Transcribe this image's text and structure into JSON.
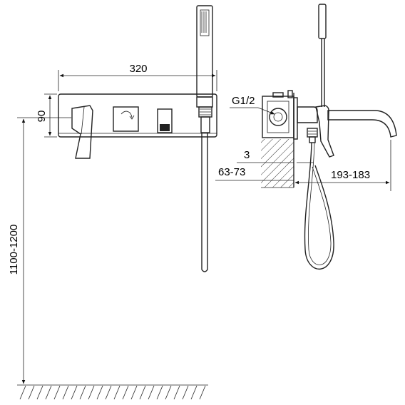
{
  "dimensions": {
    "panel_width": "320",
    "panel_height": "90",
    "install_height": "1100-1200",
    "thread_size": "G1/2",
    "wall_gap": "3",
    "wall_depth": "63-73",
    "spout_projection": "193-183"
  }
}
